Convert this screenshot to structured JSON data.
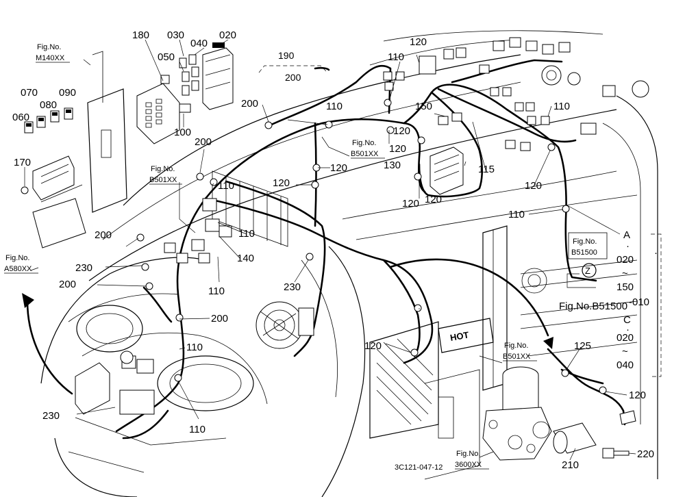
{
  "figure_refs": [
    {
      "line1": "Fig.No.",
      "line2": "M140XX"
    },
    {
      "line1": "Fig.No.",
      "line2": "A580XX"
    },
    {
      "line1": "Fig.No.",
      "line2": "B501XX"
    },
    {
      "line1": "Fig.No.",
      "line2": "B501XX"
    },
    {
      "line1": "Fig.No.",
      "line2": "B51500"
    },
    {
      "line1": "Fig.No.",
      "line2": "B501XX"
    },
    {
      "line1": "Fig.No.",
      "line2": "3600XX"
    }
  ],
  "callouts": [
    "180",
    "030",
    "040",
    "020",
    "050",
    "070",
    "090",
    "080",
    "060",
    "100",
    "170",
    "190",
    "200",
    "110",
    "120",
    "150",
    "110",
    "120",
    "130",
    "115",
    "120",
    "110",
    "200",
    "120",
    "120",
    "200",
    "110",
    "200",
    "140",
    "230",
    "110",
    "200",
    "230",
    "110",
    "200",
    "110",
    "120",
    "125",
    "120",
    "230",
    "110",
    "210",
    "220",
    "110",
    "120",
    "120",
    "120"
  ],
  "range_a": {
    "letter": "A",
    "from": "020",
    "tilde": "~",
    "to": "150"
  },
  "range_c": {
    "letter": "C",
    "from": "020",
    "tilde": "~",
    "to": "040"
  },
  "dot": "·",
  "dash_010": "-010",
  "fig_b51500_inline": "Fig.No.B51500",
  "view_marker": "Z",
  "hot_label": "HOT",
  "drawing_number": "3C121-047-12"
}
